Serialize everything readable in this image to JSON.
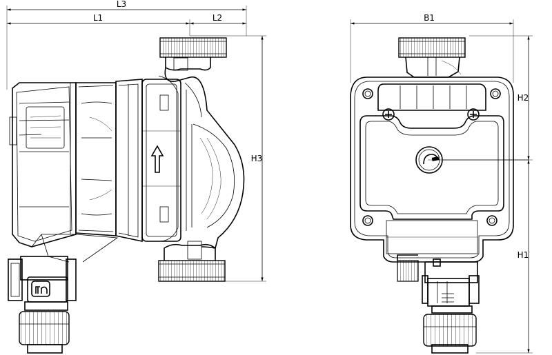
{
  "dimensions": {
    "L3": "L3",
    "L1": "L1",
    "L2": "L2",
    "H3": "H3",
    "B1": "B1",
    "H2": "H2",
    "H1": "H1"
  }
}
